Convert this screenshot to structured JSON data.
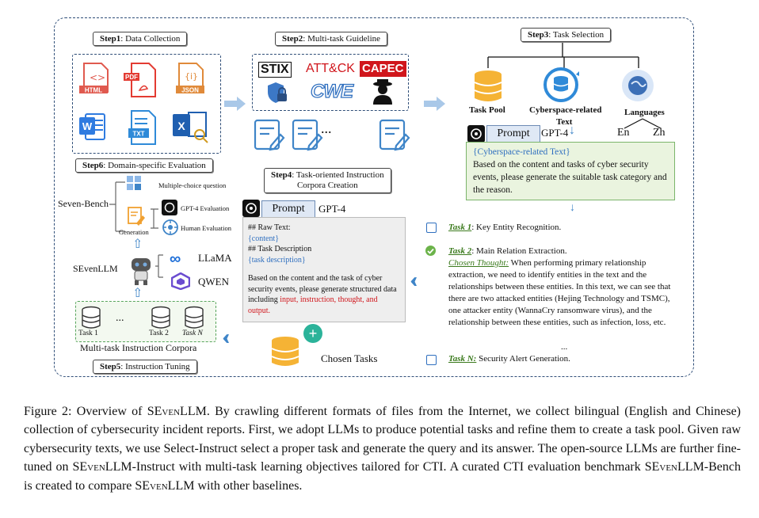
{
  "figure": {
    "step1_num": "Step1",
    "step1_rest": ": Data Collection",
    "step2_num": "Step2",
    "step2_rest": ": Multi-task Guideline",
    "step3_num": "Step3",
    "step3_rest": ": Task Selection",
    "step4_num": "Step4",
    "step4_rest1": ": Task-oriented Instruction",
    "step4_rest2": "Corpora Creation",
    "step5_num": "Step5",
    "step5_rest": ": Instruction Tuning",
    "step6_num": "Step6",
    "step6_rest": ": Domain-specific Evaluation",
    "file_labels": [
      "HTML",
      "PDF",
      "JSON",
      "W",
      "TXT",
      "X"
    ],
    "guideline_logos": [
      "STIX",
      "ATT&CK",
      "CAPEC",
      "CWE"
    ],
    "ellipsis": "...",
    "task_pool": "Task Pool",
    "cyber_text_label1": "Cyberspace-related",
    "cyber_text_label2": "Text",
    "languages": "Languages",
    "lang_en": "En",
    "lang_zh": "Zh",
    "prompt": "Prompt",
    "gpt4": "GPT-4",
    "step3_box_line1": "{Cyberspace-related Text}",
    "step3_box_line2": "Based on the content and tasks of cyber security events, please generate the suitable task category and the reason.",
    "step4_raw_text": "## Raw Text:",
    "step4_content": "{content}",
    "step4_task_desc": "## Task Description",
    "step4_task_desc_var": "{task description}",
    "step4_body": "Based on the content and the task of cyber security events, please generate structured data including ",
    "step4_red": "input, instruction, thought, and output.",
    "chosen_tasks": "Chosen Tasks",
    "plus": "+",
    "task1_label": "Task 1",
    "task1_text": ": Key Entity Recognition.",
    "task2_label": "Task 2",
    "task2_text": ": Main Relation Extraction.",
    "chosen_thought_label": "Chosen Thought:",
    "chosen_thought_text": " When performing primary relationship extraction, we need to identify entities in the text and the relationships between these entities. In this text, we can see that there are two attacked entities (Hejing Technology and TSMC), one attacker entity (WannaCry ransomware virus), and the relationship between these entities, such as infection, loss, etc.",
    "taskN_label": "Task N:",
    "taskN_text": " Security Alert Generation.",
    "seven_bench": "Seven-Bench",
    "mcq": "Multiple-choice question",
    "generation": "Generation",
    "gpt4_eval": "GPT-4 Evaluation",
    "human_eval": "Human Evaluation",
    "sevenllm": "SEvenLLM",
    "llama": "LLaMA",
    "qwen": "QWEN",
    "corpus_tasks": [
      "Task 1",
      "Task 2",
      "Task N"
    ],
    "corpora_label": "Multi-task Instruction Corpora"
  },
  "caption": {
    "part1": "Figure 2: Overview of S",
    "part1sc": "Even",
    "part2": "LLM. By crawling different formats of files from the Internet, we collect bilingual (English and Chinese) collection of cybersecurity incident reports. First, we adopt LLMs to produce potential tasks and refine them to create a task pool. Given raw cybersecurity texts, we use Select-Instruct select a proper task and generate the query and its answer. The open-source LLMs are further fine-tuned on S",
    "part2sc": "Even",
    "part3": "LLM-Instruct with multi-task learning objectives tailored for CTI. A curated CTI evaluation benchmark S",
    "part3sc": "Even",
    "part4": "LLM-Bench is created to compare S",
    "part4sc": "Even",
    "part5": "LLM with other baselines."
  },
  "colors": {
    "frame": "#2f4e78",
    "accent_blue": "#3f85c8",
    "green": "#6cb34a",
    "red": "#d0161c",
    "orange": "#f0a030"
  }
}
